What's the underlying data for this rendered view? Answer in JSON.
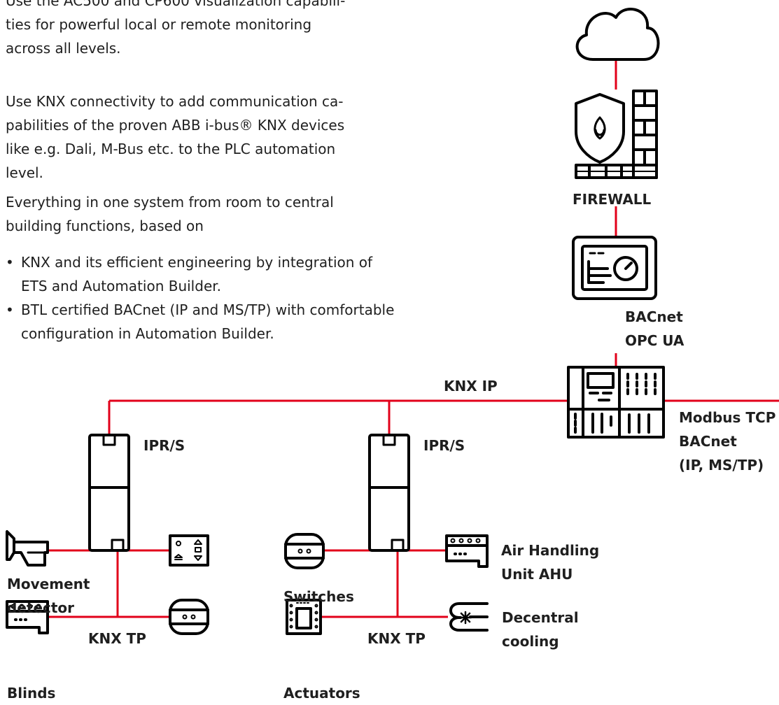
{
  "text": {
    "para1": [
      "Use the AC500 and CP600 visualization capabili-",
      "ties for powerful local or remote monitoring",
      "across all levels."
    ],
    "para2": [
      "Use KNX connectivity to add communication ca-",
      "pabilities of the proven ABB i-bus® KNX devices",
      "like e.g. Dali, M-Bus etc. to the PLC automation",
      "level."
    ],
    "para3": [
      "Everything in one system from room to central",
      "building functions, based on"
    ],
    "bullets": [
      "KNX and its efficient engineering by integration of ETS and Automation Builder.",
      "BTL certified BACnet (IP and MS/TP) with comfortable configuration in Automation Builder."
    ]
  },
  "diagram": {
    "line_color": "#e2001a",
    "icon_color": "#000000",
    "labels": {
      "firewall": "FIREWALL",
      "bacnet": "BACnet",
      "opcua": "OPC UA",
      "knx_ip": "KNX IP",
      "modbus_tcp": "Modbus TCP",
      "bacnet2": "BACnet",
      "ip_mstp": "(IP, MS/TP)",
      "iprs_left": "IPR/S",
      "iprs_right": "IPR/S",
      "movement_1": "Movement",
      "movement_2": "detector",
      "blinds": "Blinds",
      "knx_tp_left": "KNX TP",
      "switches": "Switches",
      "air_handling_1": "Air Handling",
      "air_handling_2": "Unit AHU",
      "actuators": "Actuators",
      "knx_tp_right": "KNX TP",
      "decentral_1": "Decentral",
      "decentral_2": "cooling"
    },
    "icons": [
      "cloud-icon",
      "firewall-icon",
      "panel-display-icon",
      "plc-controller-icon",
      "ip-router-icon",
      "movement-detector-icon",
      "room-controller-icon",
      "din-module-icon",
      "switch-icon",
      "actuator-icon",
      "cooling-icon"
    ]
  }
}
